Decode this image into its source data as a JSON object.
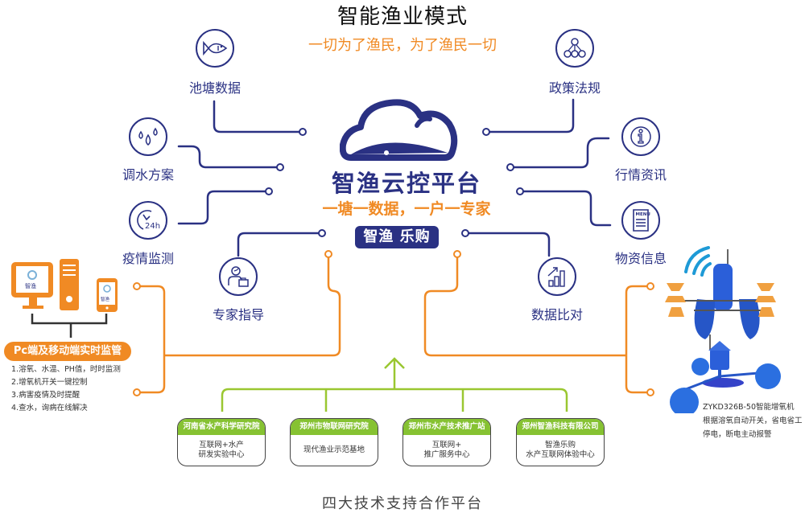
{
  "header": {
    "title": "智能渔业模式",
    "slogan": "一切为了渔民，为了渔民一切"
  },
  "center": {
    "platform_name": "智渔云控平台",
    "slogan": "一塘一数据，一户一专家",
    "shop_badge": "智渔 乐购"
  },
  "features_left": [
    {
      "label": "池塘数据",
      "icon": "fish-icon"
    },
    {
      "label": "调水方案",
      "icon": "water-drops-icon"
    },
    {
      "label": "疫情监测",
      "icon": "clock-24h-icon"
    },
    {
      "label": "专家指导",
      "icon": "expert-icon"
    }
  ],
  "features_right": [
    {
      "label": "政策法规",
      "icon": "hierarchy-icon"
    },
    {
      "label": "行情资讯",
      "icon": "info-icon"
    },
    {
      "label": "物资信息",
      "icon": "menu-document-icon"
    },
    {
      "label": "数据比对",
      "icon": "bar-chart-icon"
    }
  ],
  "monitor_panel": {
    "title": "Pc端及移动端实时监管",
    "app_logo_text": "智渔",
    "items": [
      "1.溶氧、水温、PH值，时时监测",
      "2.增氧机开关一键控制",
      "3.病害疫情及时提醒",
      "4.查水，询病在线解决"
    ]
  },
  "partners": [
    {
      "name": "河南省水产科学研究院",
      "desc": [
        "互联网+水产",
        "研发实验中心"
      ]
    },
    {
      "name": "郑州市物联网研究院",
      "desc": [
        "现代渔业示范基地"
      ]
    },
    {
      "name": "郑州市水产技术推广站",
      "desc": [
        "互联网+",
        "推广服务中心"
      ]
    },
    {
      "name": "郑州智渔科技有限公司",
      "desc": [
        "智渔乐购",
        "水产互联网体验中心"
      ]
    }
  ],
  "aerator": {
    "lines": [
      "ZYKD326B-50智能增氧机",
      "根据溶氧自动开关，省电省工",
      "停电，断电主动报警"
    ]
  },
  "footer": {
    "caption": "四大技术支持合作平台"
  },
  "colors": {
    "navy": "#2a3183",
    "orange": "#f08a24",
    "green": "#86c232",
    "aerator_blue": "#2b5fd9"
  }
}
